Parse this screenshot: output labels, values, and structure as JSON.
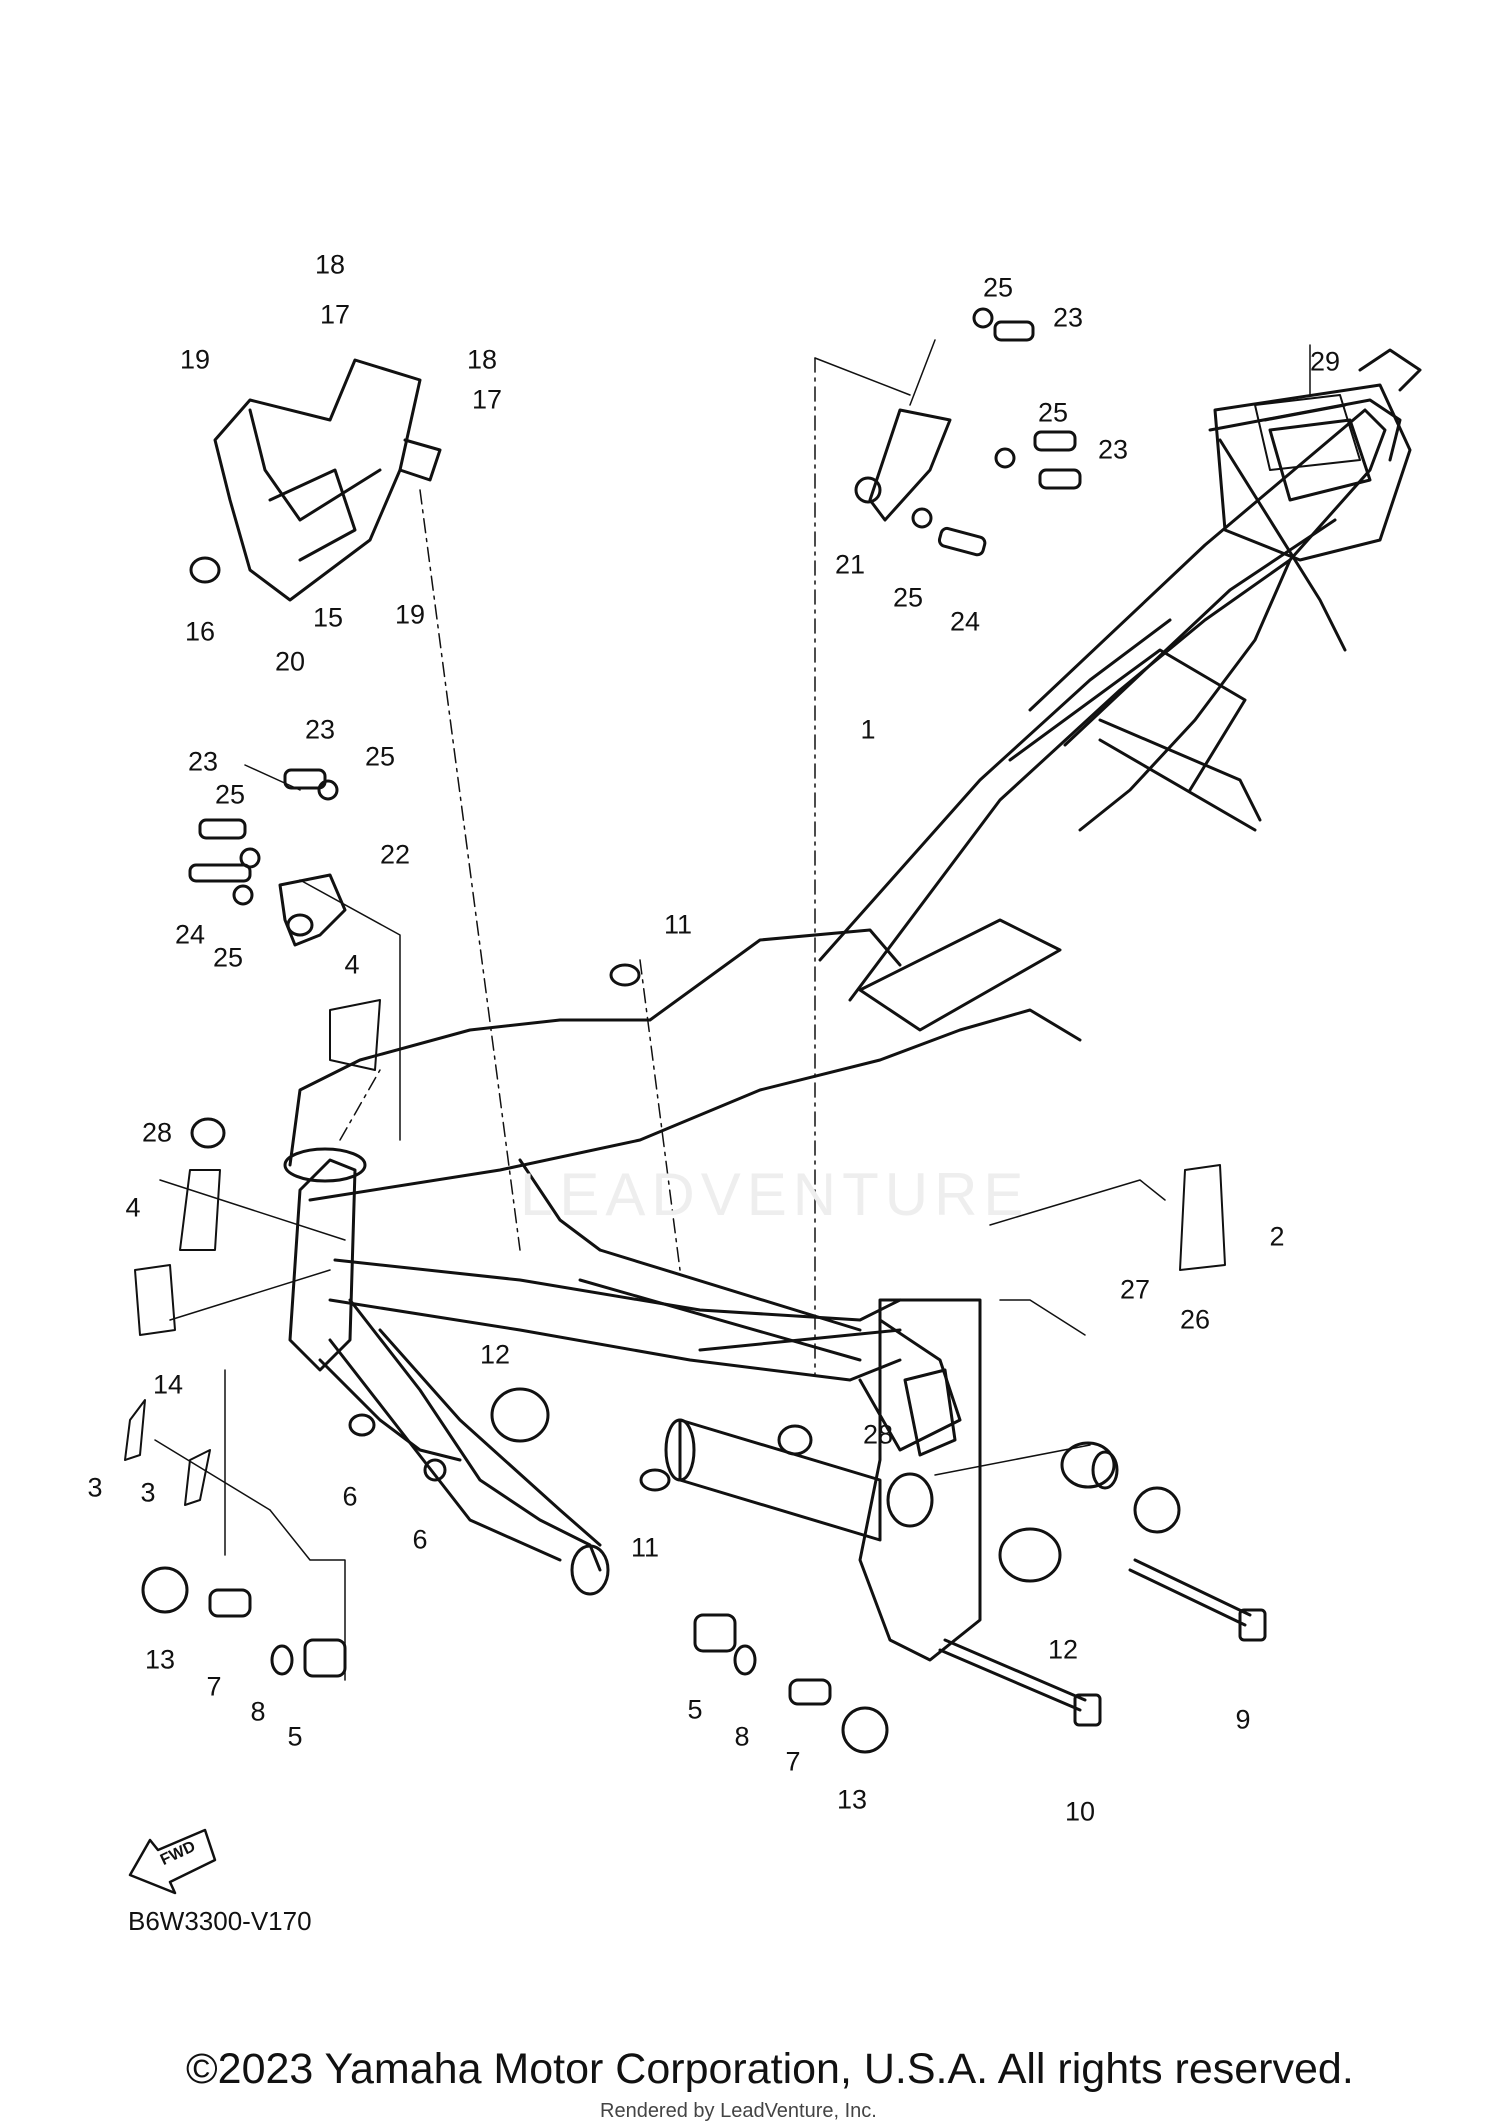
{
  "figure_code": "B6W3300-V170",
  "fwd_label": "FWD",
  "copyright": "©2023 Yamaha Motor Corporation, U.S.A. All rights reserved.",
  "rendered_by": "Rendered by LeadVenture, Inc.",
  "watermark": "LEADVENTURE",
  "callouts": [
    "18",
    "17",
    "19",
    "18",
    "17",
    "16",
    "15",
    "19",
    "20",
    "25",
    "23",
    "25",
    "23",
    "21",
    "25",
    "24",
    "29",
    "1",
    "23",
    "25",
    "23",
    "25",
    "22",
    "24",
    "25",
    "4",
    "11",
    "28",
    "4",
    "2",
    "14",
    "27",
    "26",
    "12",
    "28",
    "3",
    "3",
    "6",
    "6",
    "11",
    "12",
    "13",
    "7",
    "8",
    "5",
    "5",
    "8",
    "7",
    "13",
    "9",
    "10"
  ]
}
